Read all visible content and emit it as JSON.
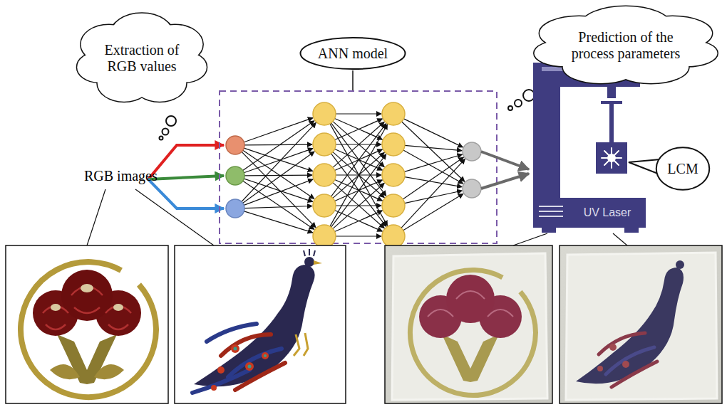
{
  "diagram": {
    "nodes": [
      {
        "text": [
          "Extraction of RGB values"
        ]
      },
      {
        "text": [
          "ANN model"
        ]
      },
      {
        "text": [
          "Prediction of the process parameters"
        ]
      },
      {
        "text": [
          "UV Laser"
        ]
      },
      {
        "text": [
          "LCM"
        ]
      }
    ],
    "labels": [
      "RGB images"
    ]
  }
}
